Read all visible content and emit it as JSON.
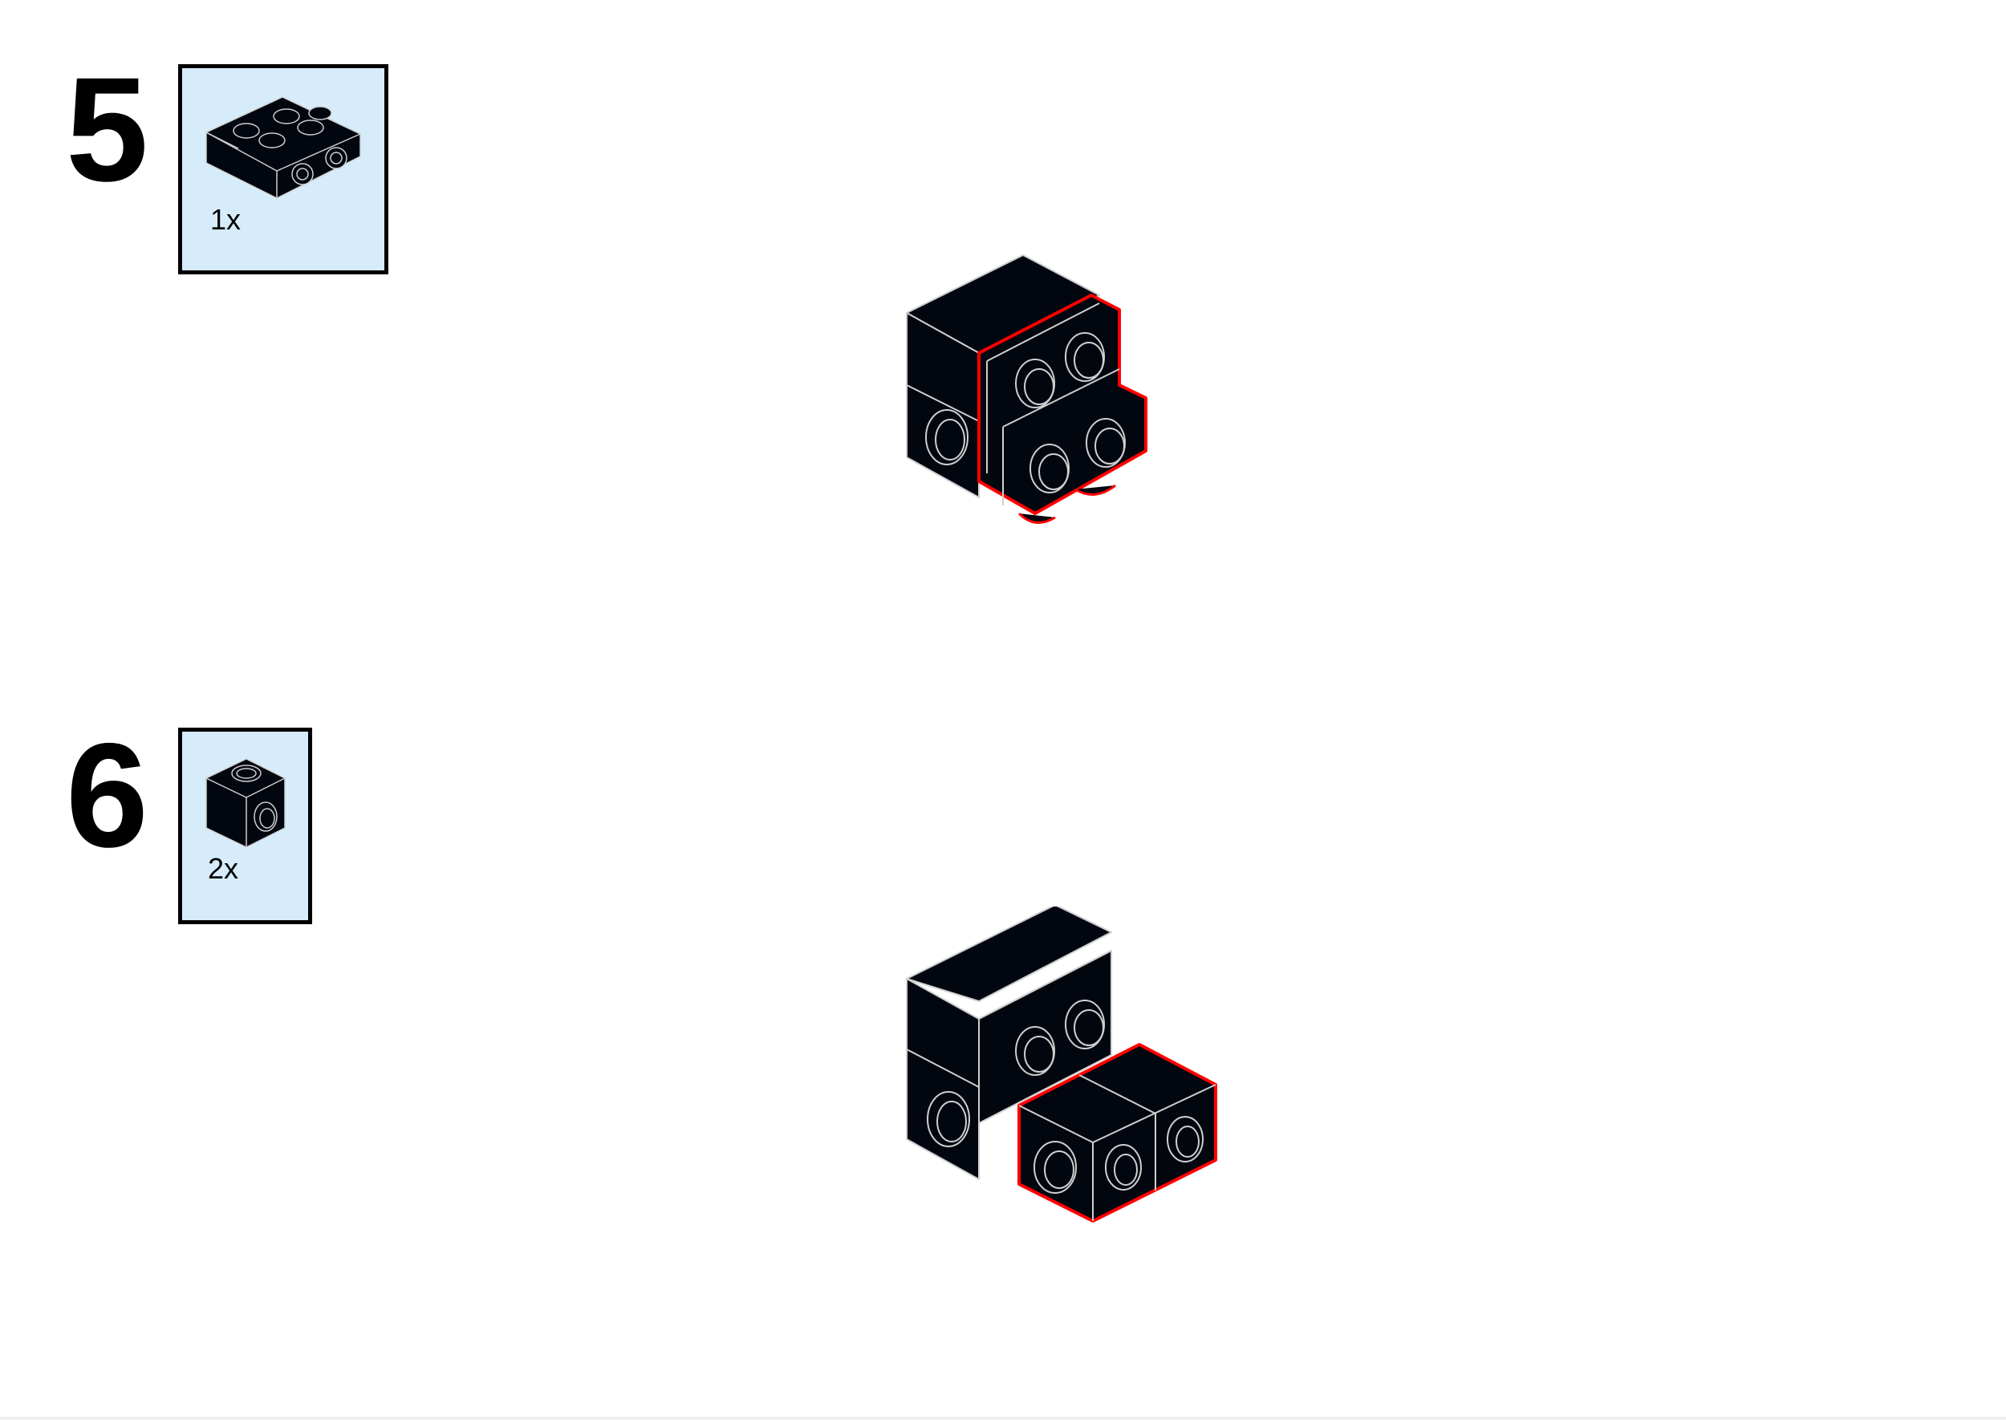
{
  "steps": [
    {
      "number": "5",
      "parts": [
        {
          "quantity": "1x",
          "icon": "plate-2x3-with-technic-holes-icon"
        }
      ]
    },
    {
      "number": "6",
      "parts": [
        {
          "quantity": "2x",
          "icon": "technic-brick-1x1-with-hole-icon"
        }
      ]
    }
  ],
  "colors": {
    "parts_box_background": "#d6ecfb",
    "brick": "#02060f",
    "brick_edge": "#cfcfcf",
    "new_part_highlight": "#ff0000"
  }
}
